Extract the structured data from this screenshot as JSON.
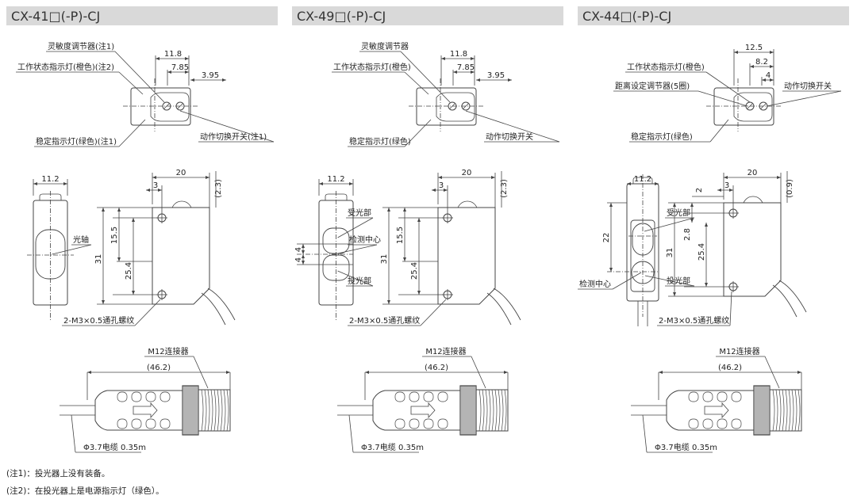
{
  "colors": {
    "title_bar": "#d9d9d9",
    "line": "#444444"
  },
  "panels": [
    {
      "title": "CX-41□(-P)-CJ",
      "top": {
        "adjuster": "灵敏度调节器(注1)",
        "op_led": "工作状态指示灯(橙色)(注2)",
        "stab_led": "稳定指示灯(绿色)(注1)",
        "switch": "动作切换开关(注1)",
        "d1": "11.8",
        "d2": "7.85",
        "d3": "3.95"
      },
      "front": {
        "width": "11.2",
        "axis": "光轴"
      },
      "side": {
        "w": "20",
        "hole": "3",
        "tab": "(2.3)",
        "a": "15.5",
        "b": "25.4",
        "h": "31",
        "mount": "2-M3×0.5通孔螺纹"
      },
      "connector": {
        "name": "M12连接器",
        "length": "(46.2)",
        "cable": "Φ3.7电缆 0.35m"
      }
    },
    {
      "title": "CX-49□(-P)-CJ",
      "top": {
        "adjuster": "灵敏度调节器",
        "op_led": "工作状态指示灯(橙色)",
        "stab_led": "稳定指示灯(绿色)",
        "switch": "动作切换开关",
        "d1": "11.8",
        "d2": "7.85",
        "d3": "3.95"
      },
      "front": {
        "width": "11.2",
        "receiver": "受光部",
        "center": "检测中心",
        "emitter": "投光部",
        "g1": "4",
        "g2": "4"
      },
      "side": {
        "w": "20",
        "hole": "3",
        "tab": "(2.3)",
        "a": "15.5",
        "b": "25.4",
        "h": "31",
        "mount": "2-M3×0.5通孔螺纹"
      },
      "connector": {
        "name": "M12连接器",
        "length": "(46.2)",
        "cable": "Φ3.7电缆 0.35m"
      }
    },
    {
      "title": "CX-44□(-P)-CJ",
      "top": {
        "op_led": "工作状态指示灯(橙色)",
        "adjuster": "距离设定调节器(5圈)",
        "stab_led": "稳定指示灯(绿色)",
        "switch": "动作切换开关",
        "d1": "12.5",
        "d2": "8.2",
        "d3": "4"
      },
      "front": {
        "width": "11.2",
        "receiver": "受光部",
        "center": "检测中心",
        "emitter": "投光部",
        "g1": "22"
      },
      "side": {
        "w": "20",
        "top": "2",
        "hole": "3",
        "tab": "(0.9)",
        "a": "2.8",
        "b": "25.4",
        "h": "31",
        "mount": "2-M3×0.5通孔螺纹"
      },
      "connector": {
        "name": "M12连接器",
        "length": "(46.2)",
        "cable": "Φ3.7电缆 0.35m"
      }
    }
  ],
  "notes": [
    "(注1)：投光器上没有装备。",
    "(注2)：在投光器上是电源指示灯（绿色）。"
  ]
}
